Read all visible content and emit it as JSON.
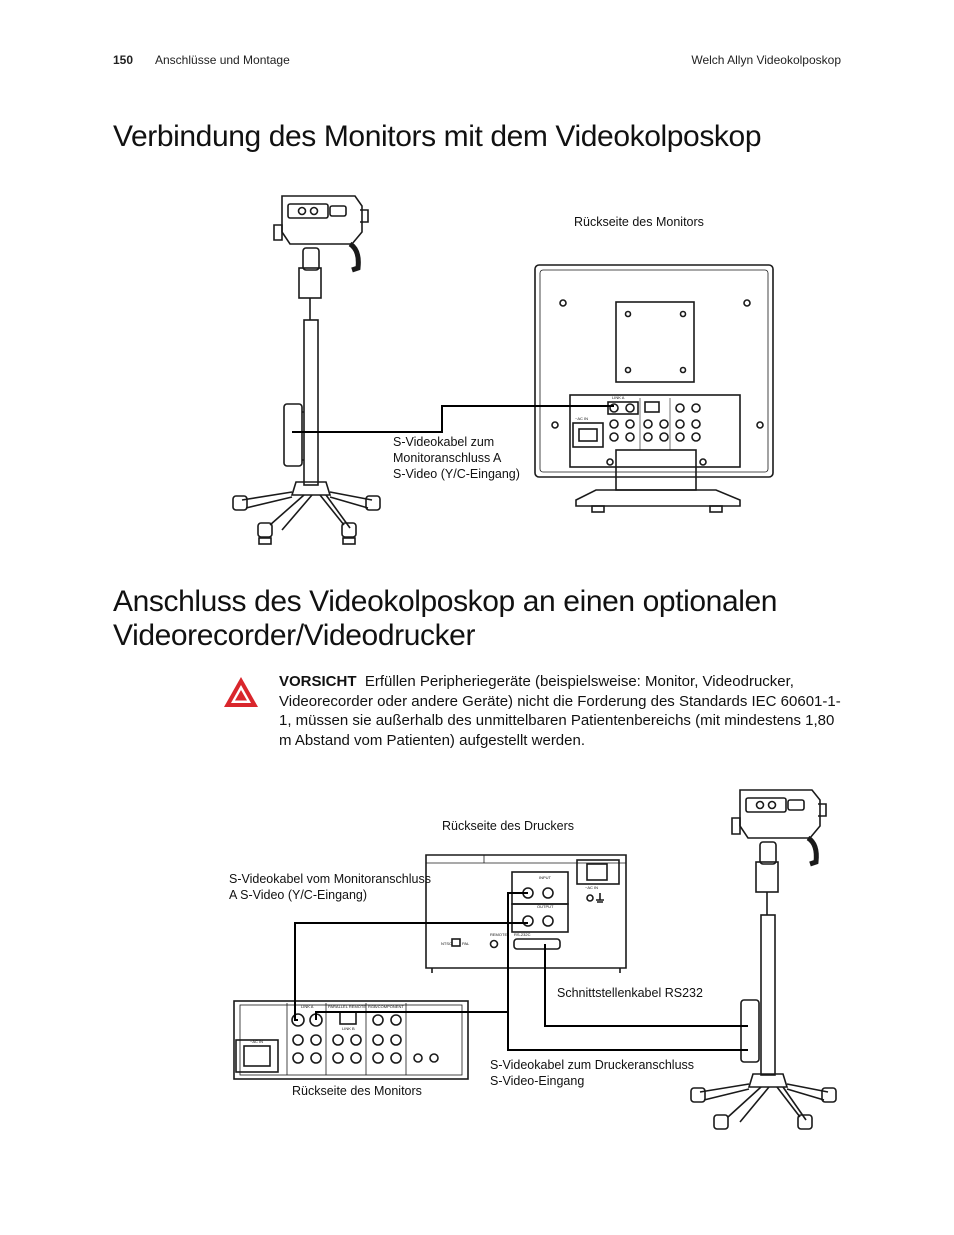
{
  "header": {
    "page_number": "150",
    "section": "Anschlüsse und Montage",
    "doc_title": "Welch Allyn Videokolposkop"
  },
  "section1": {
    "title": "Verbindung des Monitors mit dem Videokolposkop",
    "labels": {
      "monitor_back": "Rückseite des Monitors",
      "cable": [
        "S-Videokabel zum",
        "Monitoranschluss A",
        "S-Video (Y/C-Eingang)"
      ]
    }
  },
  "section2": {
    "title_line1": "Anschluss des Videokolposkop an einen optionalen",
    "title_line2": "Videorecorder/Videodrucker",
    "caution_label": "VORSICHT",
    "caution_text": "Erfüllen Peripheriegeräte (beispielsweise: Monitor, Videodrucker, Videorecorder oder andere Geräte) nicht die Forderung des Standards IEC 60601-1-1, müssen sie außerhalb des unmittelbaren Patientenbereichs (mit mindestens 1,80 m Abstand vom Patienten) aufgestellt werden.",
    "labels": {
      "printer_back": "Rückseite des Druckers",
      "cable_monitor": [
        "S-Videokabel vom Monitoranschluss",
        "A S-Video (Y/C-Eingang)"
      ],
      "rs232": "Schnittstellenkabel RS232",
      "cable_printer": [
        "S-Videokabel zum Druckeranschluss",
        "S-Video-Eingang"
      ],
      "monitor_back": "Rückseite des Monitors"
    }
  },
  "panel_text": {
    "ac_in": "~AC IN",
    "link_a": "LINK A",
    "link_b": "LINK B",
    "parallel_remote": "PARALLEL REMOTE",
    "rgb_component": "RGB/COMPONENT",
    "input": "INPUT",
    "output": "OUTPUT",
    "remote": "REMOTE",
    "ntsc": "NTSC",
    "pal": "PAL",
    "rs232c": "RS-232C"
  },
  "colors": {
    "ink": "#111111",
    "line": "#1a1a1a",
    "warning_red": "#d9262c"
  }
}
